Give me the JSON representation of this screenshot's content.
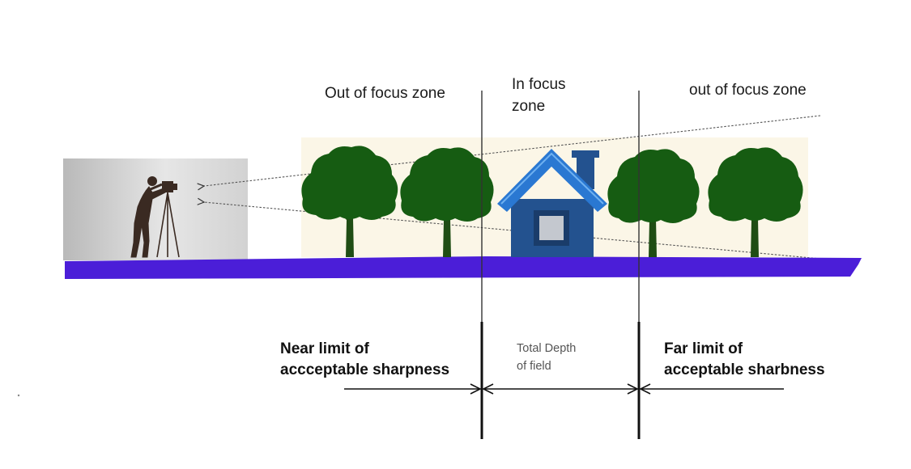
{
  "zones": {
    "left": "Out of focus zone",
    "center_line1": "In focus",
    "center_line2": "zone",
    "right": "out of focus zone"
  },
  "limits": {
    "near_line1": "Near limit of",
    "near_line2": "accceptable sharpness",
    "dof_line1": "Total Depth",
    "dof_line2": "of field",
    "far_line1": "Far limit of",
    "far_line2": "acceptable sharbness"
  },
  "colors": {
    "ground": "#4b1ed8",
    "tree_foliage": "#165c12",
    "tree_trunk": "#1f4d14",
    "house_roof": "#2a78d2",
    "house_wall": "#23528f",
    "scene_background": "#fbf6e7",
    "photographer_backdrop": "#dcdcdc",
    "photographer": "#3a2a22"
  },
  "icons": [
    "photographer-icon",
    "tripod-camera-icon",
    "tree-icon",
    "house-icon",
    "arrow-icon"
  ]
}
